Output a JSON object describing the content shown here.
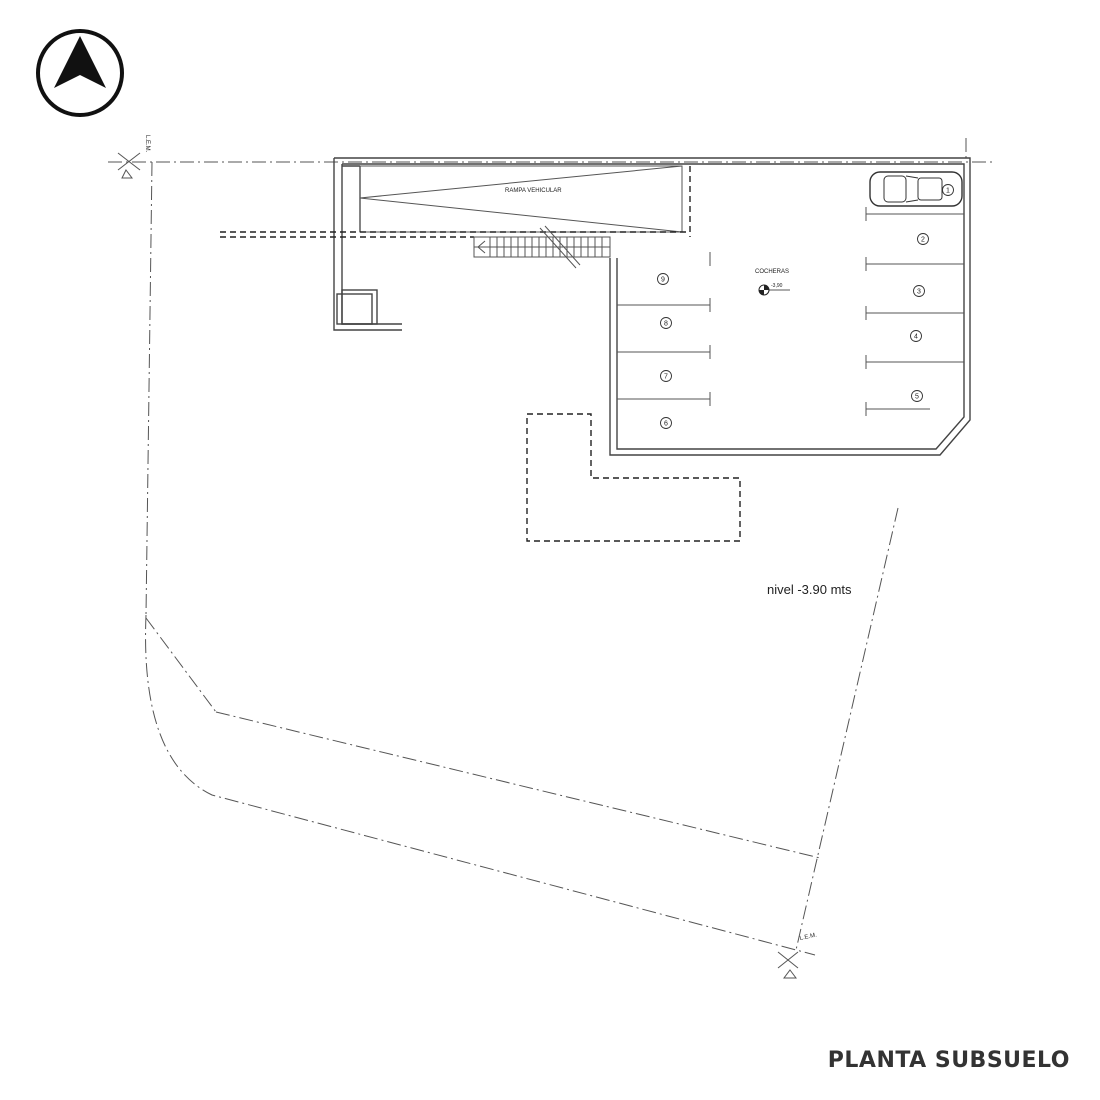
{
  "title": "PLANTA SUBSUELO",
  "level_note": "nivel -3.90 mts",
  "ramp_label": "RAMPA VEHICULAR",
  "garage_label": "COCHERAS",
  "garage_level": "-3,90",
  "lem_label": "L.E.M.",
  "icons": {
    "north_arrow": "north-arrow-icon",
    "level_marker": "level-marker-icon",
    "car": "car-icon"
  },
  "spaces": [
    {
      "number": "1"
    },
    {
      "number": "2"
    },
    {
      "number": "3"
    },
    {
      "number": "4"
    },
    {
      "number": "5"
    },
    {
      "number": "6"
    },
    {
      "number": "7"
    },
    {
      "number": "8"
    },
    {
      "number": "9"
    }
  ]
}
